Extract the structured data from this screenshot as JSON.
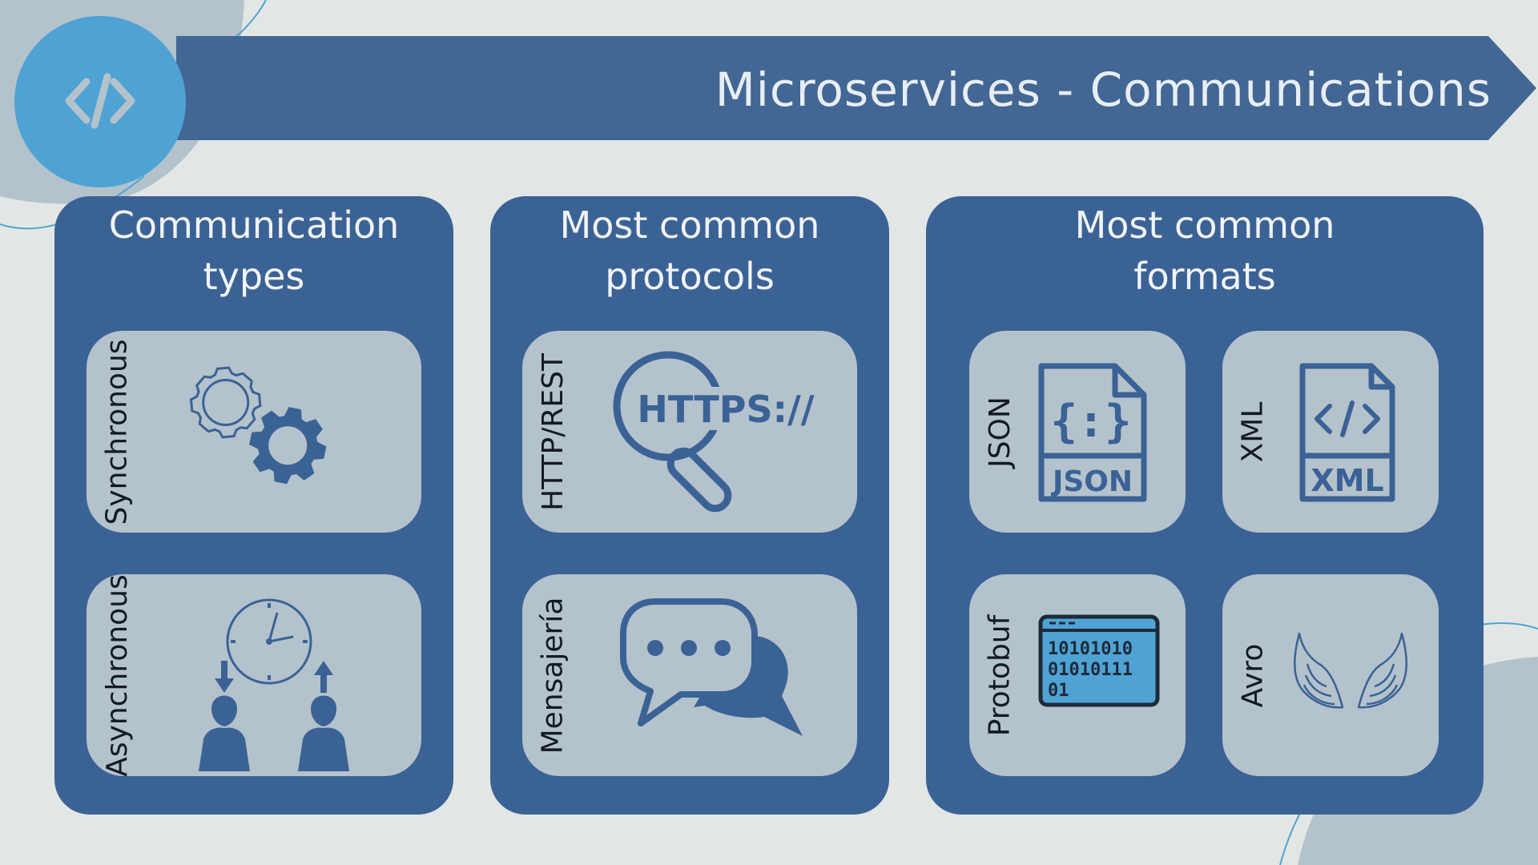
{
  "title": "Microservices - Communications",
  "colors": {
    "background": "#e2e7e5",
    "banner": "#436795",
    "panel": "#3b6295",
    "card": "#b4c2cc",
    "accent": "#4fa3d4",
    "icon": "#3b6295"
  },
  "logo": {
    "icon": "code-brackets-icon"
  },
  "panels": [
    {
      "title_line1": "Communication",
      "title_line2": "types",
      "cards": [
        {
          "label": "Synchronous",
          "icon": "gears-icon"
        },
        {
          "label": "Asynchronous",
          "icon": "people-clock-icon"
        }
      ]
    },
    {
      "title_line1": "Most common",
      "title_line2": "protocols",
      "cards": [
        {
          "label": "HTTP/REST",
          "icon": "https-magnifier-icon",
          "icon_text": "HTTPS://"
        },
        {
          "label": "Mensajería",
          "icon": "chat-bubbles-icon"
        }
      ]
    },
    {
      "title_line1": "Most common",
      "title_line2": "formats",
      "cards": [
        {
          "label": "JSON",
          "icon": "json-file-icon",
          "icon_text_top": "{:}",
          "icon_text": "JSON"
        },
        {
          "label": "XML",
          "icon": "xml-file-icon",
          "icon_text": "XML"
        },
        {
          "label": "Protobuf",
          "icon": "binary-window-icon",
          "icon_text_lines": [
            "10101010",
            "01010111",
            "01"
          ]
        },
        {
          "label": "Avro",
          "icon": "wings-icon"
        }
      ]
    }
  ]
}
